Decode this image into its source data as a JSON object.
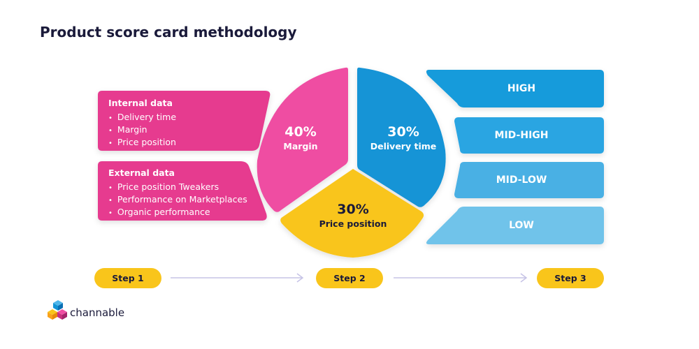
{
  "title": "Product score card methodology",
  "data_panels": [
    {
      "heading": "Internal data",
      "items": [
        "Delivery time",
        "Margin",
        "Price position"
      ],
      "color": "#e63a8f"
    },
    {
      "heading": "External data",
      "items": [
        "Price position Tweakers",
        "Performance on Marketplaces",
        "Organic performance"
      ],
      "color": "#e63a8f"
    }
  ],
  "pie": [
    {
      "percent": "40%",
      "label": "Margin",
      "color": "#ef4ea2",
      "text_color": "#ffffff"
    },
    {
      "percent": "30%",
      "label": "Delivery time",
      "color": "#1394d6",
      "text_color": "#ffffff"
    },
    {
      "percent": "30%",
      "label": "Price position",
      "color": "#f9c51b",
      "text_color": "#1a1a3a"
    }
  ],
  "tiers": [
    {
      "label": "HIGH",
      "color": "#139bdb"
    },
    {
      "label": "MID-HIGH",
      "color": "#2aa5e2"
    },
    {
      "label": "MID-LOW",
      "color": "#48b0e4"
    },
    {
      "label": "LOW",
      "color": "#6fc3ea"
    }
  ],
  "steps": [
    "Step 1",
    "Step 2",
    "Step 3"
  ],
  "arrow_color": "#c6c3e6",
  "brand": {
    "name": "channable",
    "logo_icon": "channable-cubes-logo"
  }
}
